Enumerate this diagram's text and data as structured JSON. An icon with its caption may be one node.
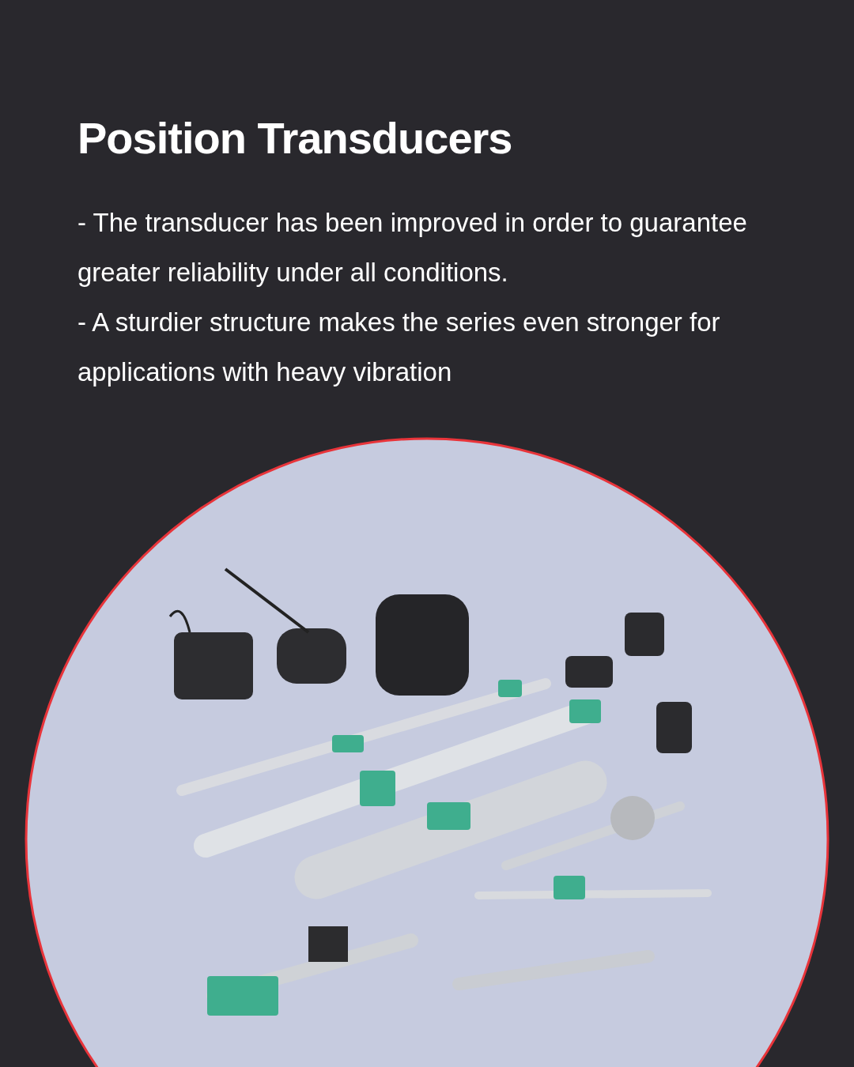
{
  "diagram": {
    "title": "Position Transducers",
    "labels": [
      "- The transducer has been improved in order to guarantee greater reliability under all conditions.",
      "- A sturdier structure makes the series even stronger for applications with heavy vibration"
    ]
  }
}
